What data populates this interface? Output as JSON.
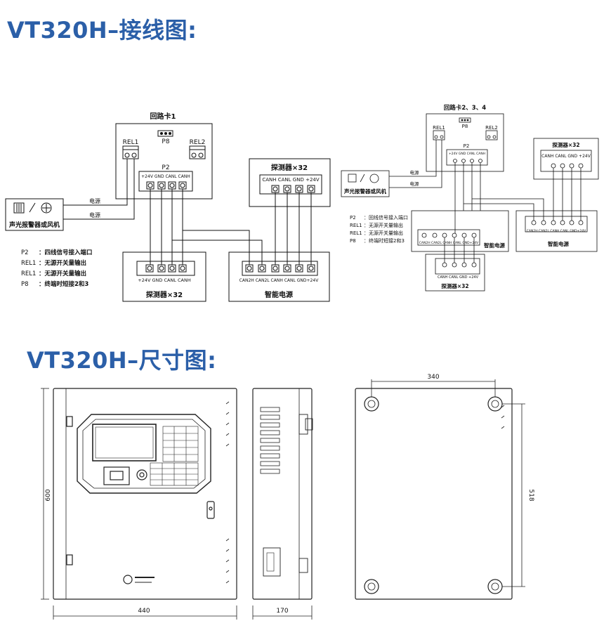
{
  "titles": {
    "wiring": "VT320H–接线图:",
    "dimensions": "VT320H–尺寸图:"
  },
  "left_diagram": {
    "loop_card": {
      "label": "回路卡1",
      "p8": "P8",
      "rel1": "REL1",
      "rel2": "REL2",
      "p2": "P2",
      "p2_pins": "+24V GND CANL CANH"
    },
    "alarm_box": "声光报警器或风机",
    "power_line_1": "电源",
    "power_line_2": "电源",
    "detector_top": {
      "title": "探测器×32",
      "pins": "CANH CANL GND +24V"
    },
    "detector_bottom": {
      "pins": "+24V GND CANL CANH",
      "title": "探测器×32"
    },
    "smart_power": {
      "pins": "CAN2H CAN2L CANH CANL GND+24V",
      "title": "智能电源"
    },
    "legend": [
      {
        "key": "P2",
        "text": "：四线信号接入端口"
      },
      {
        "key": "REL1",
        "text": "：无源开关量输出"
      },
      {
        "key": "REL1",
        "text": "：无源开关量输出"
      },
      {
        "key": "P8",
        "text": "：终端时短接2和3"
      }
    ]
  },
  "right_diagram": {
    "loop_card": {
      "label": "回路卡2、3、4",
      "p8": "P8",
      "rel1": "REL1",
      "rel2": "REL2",
      "p2": "P2",
      "p2_pins": "+24V GND CANL CANH"
    },
    "alarm_box": "声光报警器或风机",
    "power_line_1": "电源",
    "power_line_2": "电源",
    "detector_top": {
      "title": "探测器×32",
      "pins": "CANH CANL GND +24V"
    },
    "smart_power_1": {
      "pins": "CAN2H CAN2L CANH CANL GND+24V",
      "title": "智能电源"
    },
    "smart_power_2": {
      "pins": "CAN2H CAN2L CANH CANL GND+24V",
      "title": "智能电源"
    },
    "detector_bottom": {
      "pins": "CANH CANL GND +24V",
      "title": "探测器×32"
    },
    "legend": [
      {
        "key": "P2",
        "text": "：回线信号接入端口"
      },
      {
        "key": "REL1",
        "text": "：无源开关量输出"
      },
      {
        "key": "REL1",
        "text": "：无源开关量输出"
      },
      {
        "key": "P8",
        "text": "：终端时短接2和3"
      }
    ]
  },
  "dimensions": {
    "front_width": "440",
    "front_height": "600",
    "side_depth": "170",
    "back_hole_width": "340",
    "back_hole_height": "518"
  }
}
